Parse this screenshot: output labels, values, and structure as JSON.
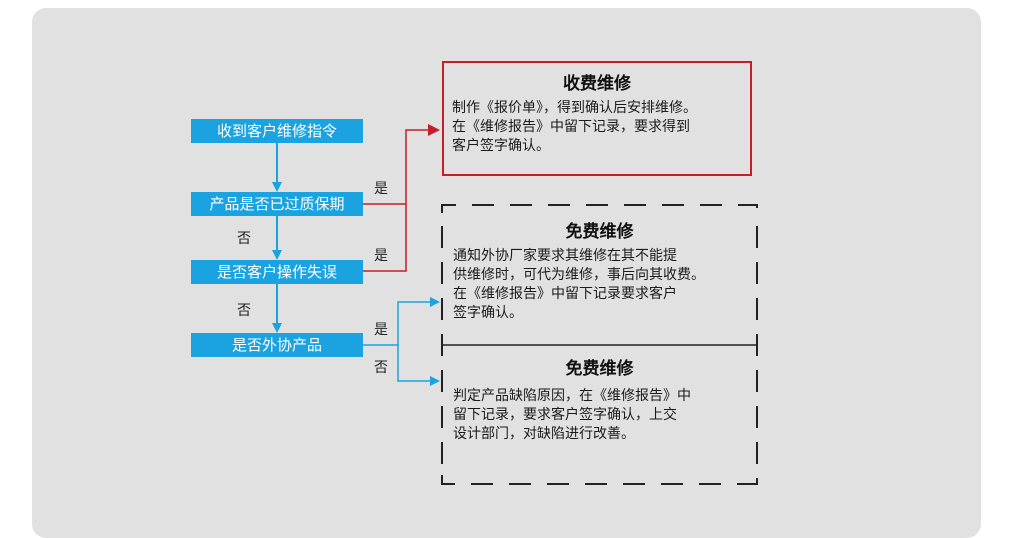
{
  "flow": {
    "step1": "收到客户维修指令",
    "step2": "产品是否已过质保期",
    "step3": "是否客户操作失误",
    "step4": "是否外协产品",
    "yes": "是",
    "no": "否"
  },
  "boxes": {
    "paid": {
      "title": "收费维修",
      "lines": [
        "制作《报价单》，得到确认后安排维修。",
        "在《维修报告》中留下记录，要求得到",
        "客户签字确认。"
      ]
    },
    "free1": {
      "title": "免费维修",
      "lines": [
        "通知外协厂家要求其维修在其不能提",
        "供维修时，可代为维修，事后向其收费。",
        "在《维修报告》中留下记录要求客户",
        "签字确认。"
      ]
    },
    "free2": {
      "title": "免费维修",
      "lines": [
        "判定产品缺陷原因，在《维修报告》中",
        "留下记录，要求客户签字确认，上交",
        "设计部门，对缺陷进行改善。"
      ]
    }
  },
  "colors": {
    "flow_blue": "#1aa3e0",
    "red": "#c41e2a",
    "dash": "#222222"
  }
}
